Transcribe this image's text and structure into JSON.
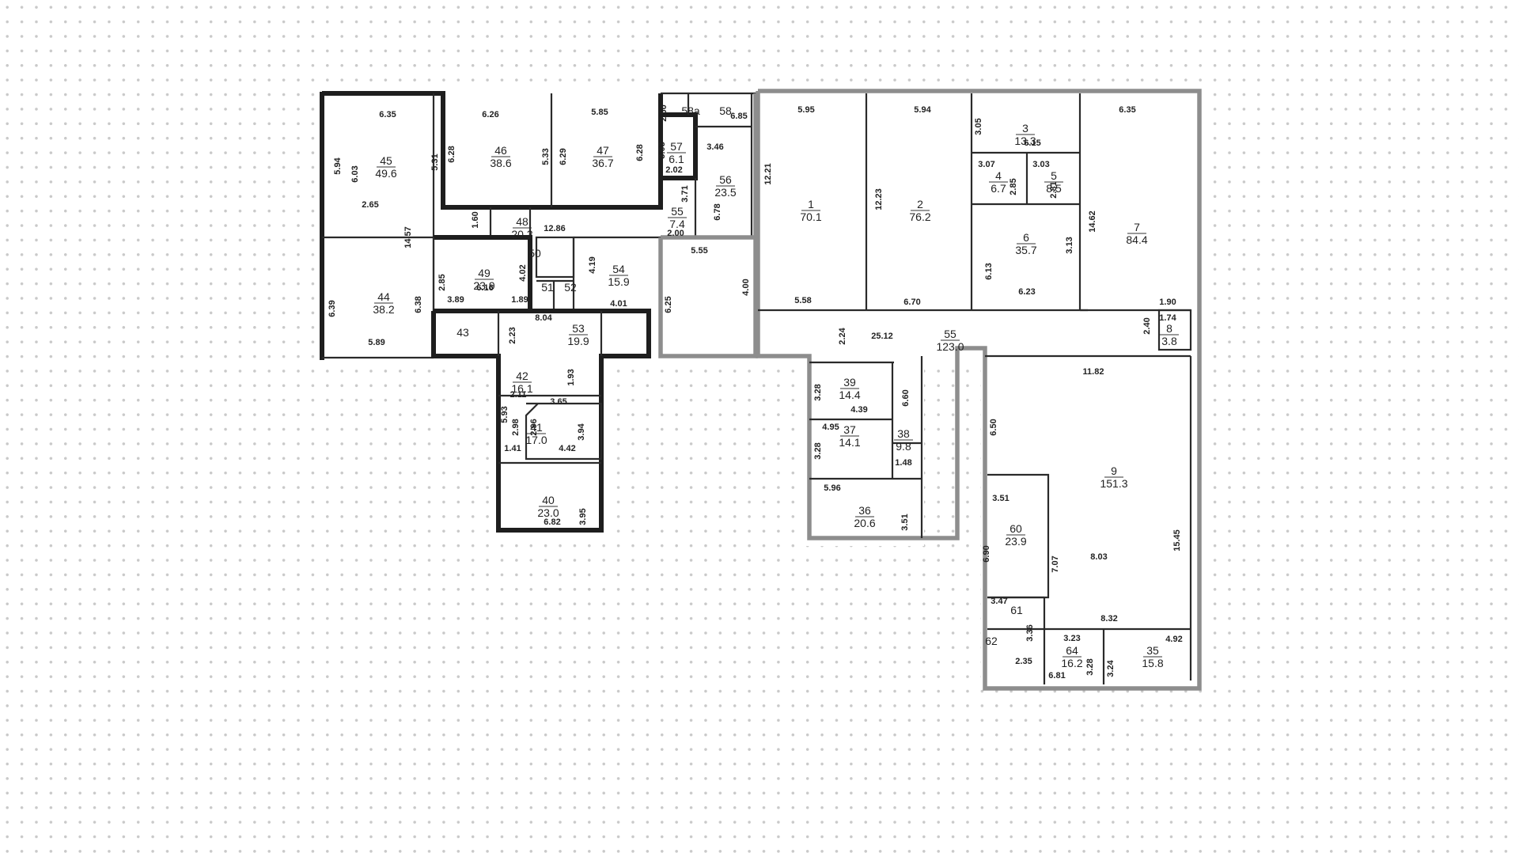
{
  "rooms": [
    {
      "num": "45",
      "area": "49.6"
    },
    {
      "num": "44",
      "area": "38.2"
    },
    {
      "num": "46",
      "area": "38.6"
    },
    {
      "num": "47",
      "area": "36.7"
    },
    {
      "num": "57",
      "area": "6.1"
    },
    {
      "num": "58",
      "area": ""
    },
    {
      "num": "58a",
      "area": ""
    },
    {
      "num": "56",
      "area": "23.5"
    },
    {
      "num": "55",
      "area": "7.4"
    },
    {
      "num": "48",
      "area": "20.3"
    },
    {
      "num": "49",
      "area": "23.9"
    },
    {
      "num": "50",
      "area": ""
    },
    {
      "num": "51",
      "area": ""
    },
    {
      "num": "52",
      "area": ""
    },
    {
      "num": "54",
      "area": "15.9"
    },
    {
      "num": "43",
      "area": ""
    },
    {
      "num": "53",
      "area": "19.9"
    },
    {
      "num": "42",
      "area": "16.1"
    },
    {
      "num": "41",
      "area": "17.0"
    },
    {
      "num": "40",
      "area": "23.0"
    },
    {
      "num": "1",
      "area": "70.1"
    },
    {
      "num": "2",
      "area": "76.2"
    },
    {
      "num": "3",
      "area": "13.3"
    },
    {
      "num": "4",
      "area": "6.7"
    },
    {
      "num": "5",
      "area": "8.5"
    },
    {
      "num": "6",
      "area": "35.7"
    },
    {
      "num": "7",
      "area": "84.4"
    },
    {
      "num": "8",
      "area": "3.8"
    },
    {
      "num": "55",
      "area": "123.0"
    },
    {
      "num": "39",
      "area": "14.4"
    },
    {
      "num": "37",
      "area": "14.1"
    },
    {
      "num": "38",
      "area": "9.8"
    },
    {
      "num": "36",
      "area": "20.6"
    },
    {
      "num": "9",
      "area": "151.3"
    },
    {
      "num": "60",
      "area": "23.9"
    },
    {
      "num": "61",
      "area": ""
    },
    {
      "num": "62",
      "area": ""
    },
    {
      "num": "64",
      "area": "16.2"
    },
    {
      "num": "35",
      "area": "15.8"
    }
  ],
  "dimensions": [
    "6.35",
    "5.94",
    "6.03",
    "2.65",
    "14.57",
    "5.31",
    "6.39",
    "6.38",
    "5.89",
    "6.26",
    "6.28",
    "5.33",
    "5.85",
    "6.29",
    "6.28",
    "2.50",
    "3.03",
    "2.02",
    "6.85",
    "3.46",
    "1.60",
    "12.86",
    "3.71",
    "2.00",
    "6.78",
    "4.19",
    "12.21",
    "2.85",
    "4.02",
    "6.16",
    "3.89",
    "1.89",
    "4.01",
    "5.55",
    "6.25",
    "4.00",
    "8.04",
    "2.23",
    "1.93",
    "2.11",
    "3.65",
    "5.93",
    "2.98",
    "2.96",
    "3.94",
    "1.41",
    "4.42",
    "6.82",
    "3.95",
    "5.95",
    "5.94",
    "3.05",
    "6.15",
    "12.23",
    "3.07",
    "2.85",
    "3.03",
    "2.81",
    "6.35",
    "14.62",
    "6.13",
    "3.13",
    "6.23",
    "5.58",
    "6.70",
    "1.90",
    "2.40",
    "1.74",
    "2.24",
    "25.12",
    "11.82",
    "3.28",
    "4.39",
    "6.60",
    "4.95",
    "3.28",
    "1.48",
    "5.96",
    "3.51",
    "6.50",
    "3.51",
    "6.90",
    "7.07",
    "8.03",
    "15.45",
    "3.47",
    "3.36",
    "8.32",
    "3.23",
    "3.28",
    "2.35",
    "6.81",
    "3.24",
    "4.92"
  ]
}
